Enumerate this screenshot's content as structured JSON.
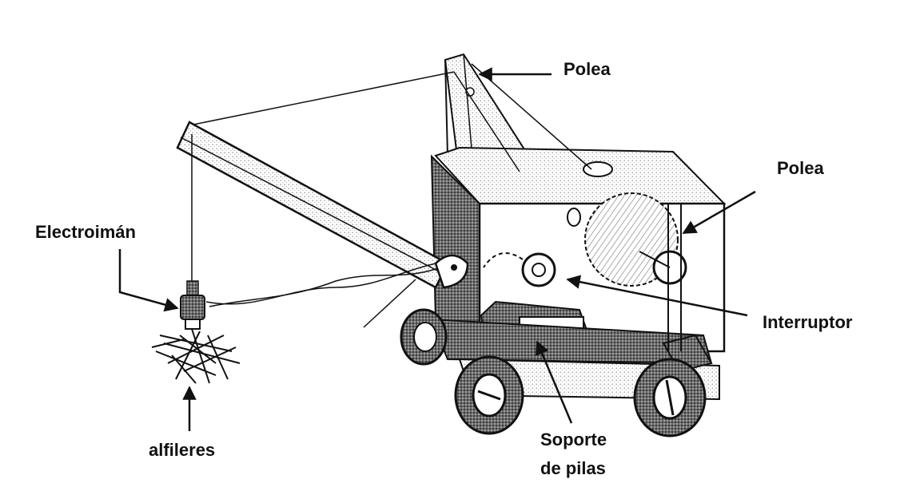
{
  "labels": {
    "polea_top": "Polea",
    "polea_right": "Polea",
    "electroiman": "Electroimán",
    "interruptor": "Interruptor",
    "alfileres": "alfileres",
    "soporte_line1": "Soporte",
    "soporte_line2": "de pilas"
  },
  "colors": {
    "ink": "#111111",
    "stipple": "#bdbdbd",
    "dark_stipple": "#555555",
    "background": "#ffffff"
  }
}
